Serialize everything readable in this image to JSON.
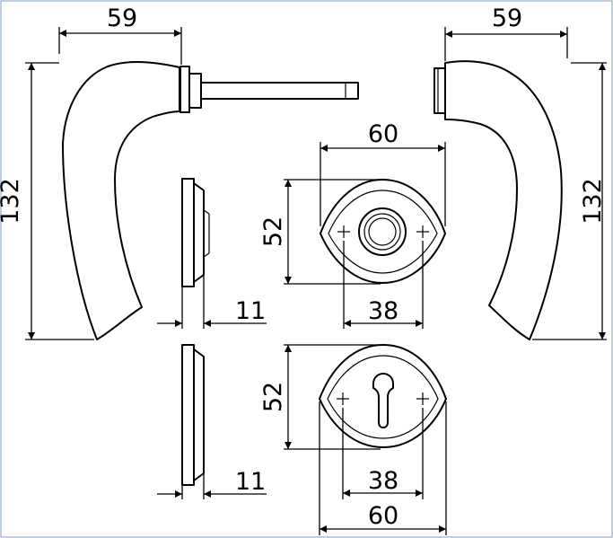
{
  "dimensions": {
    "left_handle_width": "59",
    "right_handle_width": "59",
    "left_handle_height": "132",
    "right_handle_height": "132",
    "top_rose_width": "60",
    "top_rose_height": "52",
    "top_rose_inner": "38",
    "bottom_rose_height": "52",
    "bottom_rose_inner": "38",
    "bottom_rose_width": "60",
    "top_profile_thickness": "11",
    "bottom_profile_thickness": "11"
  }
}
